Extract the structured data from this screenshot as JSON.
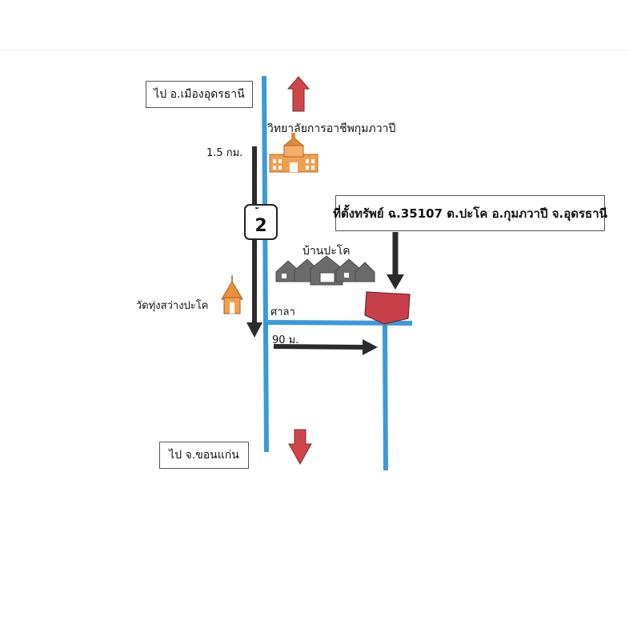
{
  "labels": {
    "north_destination": "ไป อ.เมืองอุดรธานี",
    "south_destination": "ไป จ.ขอนแก่น",
    "college": "วิทยาลัยการอาชีพกุมภวาปี",
    "distance_1": "1.5 กม.",
    "route_number": "2",
    "village": "บ้านปะโค",
    "property_location": "ที่ตั้งทรัพย์ ฉ.35107 ต.ปะโค อ.กุมภวาปี จ.อุดรธานี",
    "temple": "วัดทุ่งสว่างปะโค",
    "sala": "ศาลา",
    "distance_2": "90 ม."
  },
  "colors": {
    "road": "#3a9ad9",
    "direction_arrow": "#d0454c",
    "distance_arrow": "#2b2b2b",
    "property": "#c7404a",
    "building": "#f0a050",
    "house": "#6b6b6b"
  },
  "icons": [
    "college-building-icon",
    "temple-icon",
    "village-houses-icon",
    "route-2-sign-icon"
  ]
}
